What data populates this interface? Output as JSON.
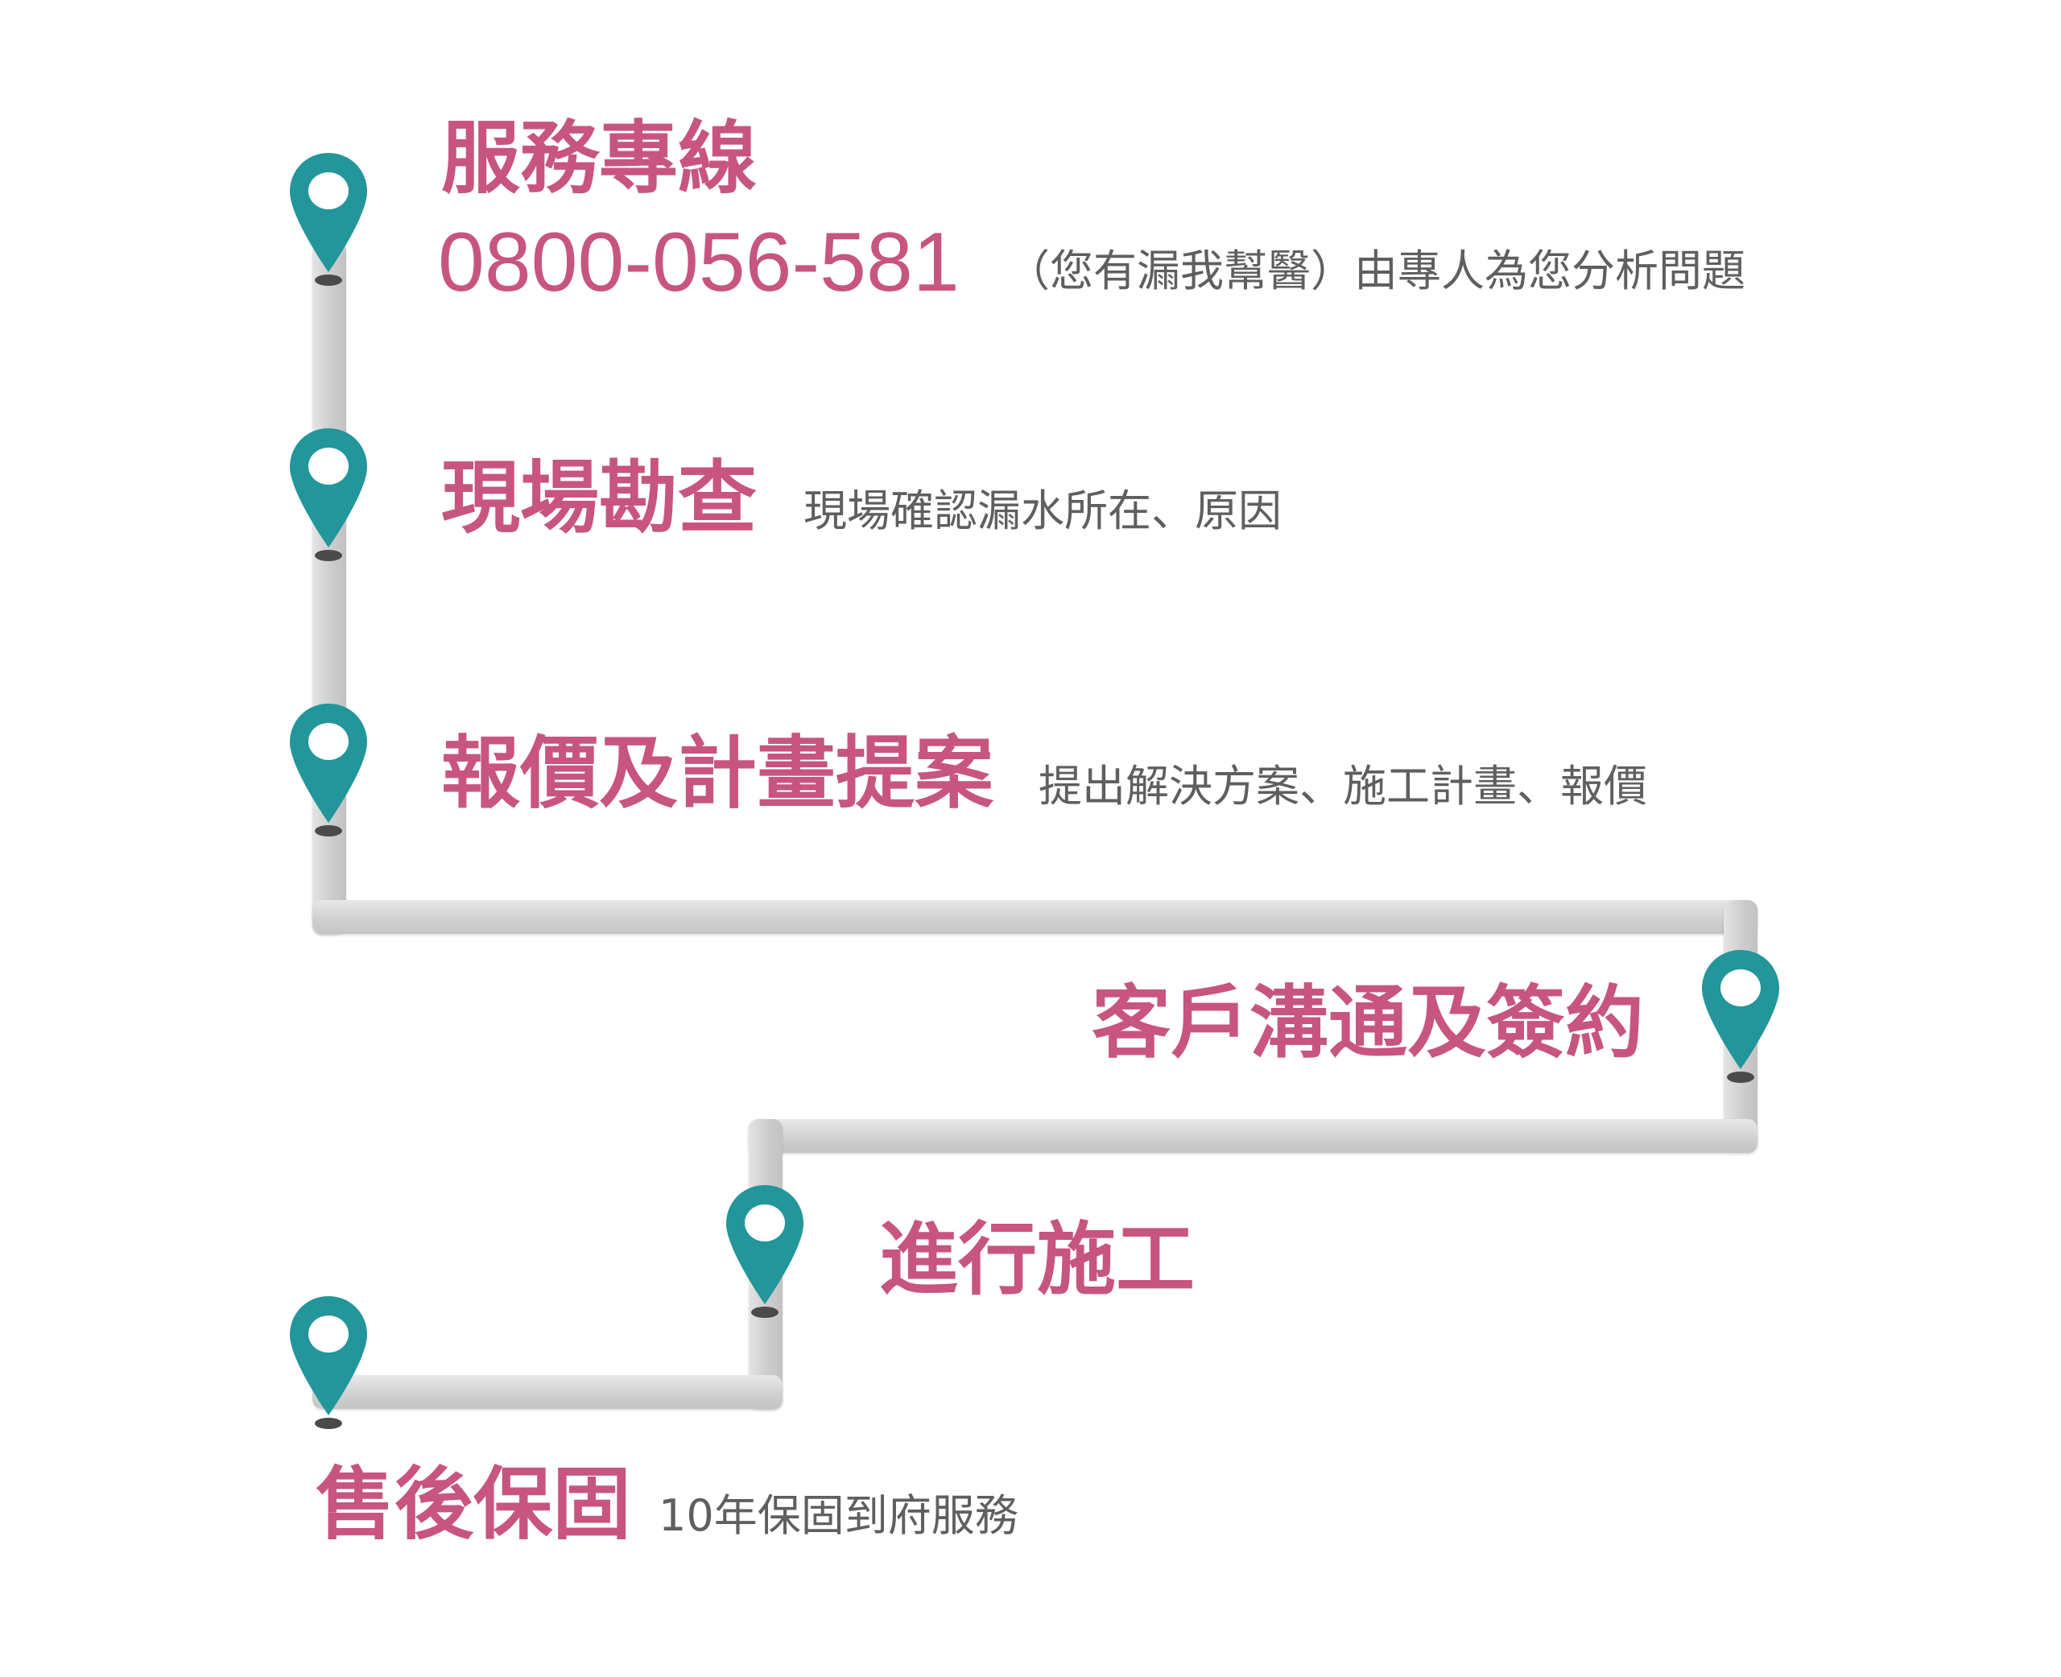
{
  "theme": {
    "heading_color": "#c7557f",
    "pin_color": "#22969a",
    "track_color": "#d0d0d0",
    "subtext_color": "#5f5f5f"
  },
  "steps": [
    {
      "title": "服務專線",
      "phone": "0800-056-581",
      "description": "（您有漏我幫醫）由專人為您分析問題",
      "icon": "location-pin-icon"
    },
    {
      "title": "現場勘查",
      "description": "現場確認漏水所在、原因",
      "icon": "location-pin-icon"
    },
    {
      "title": "報價及計畫提案",
      "description": "提出解決方案、施工計畫、報價",
      "icon": "location-pin-icon"
    },
    {
      "title": "客戶溝通及簽約",
      "icon": "location-pin-icon"
    },
    {
      "title": "進行施工",
      "icon": "location-pin-icon"
    },
    {
      "title": "售後保固",
      "description": "10年保固到府服務",
      "icon": "location-pin-icon"
    }
  ]
}
